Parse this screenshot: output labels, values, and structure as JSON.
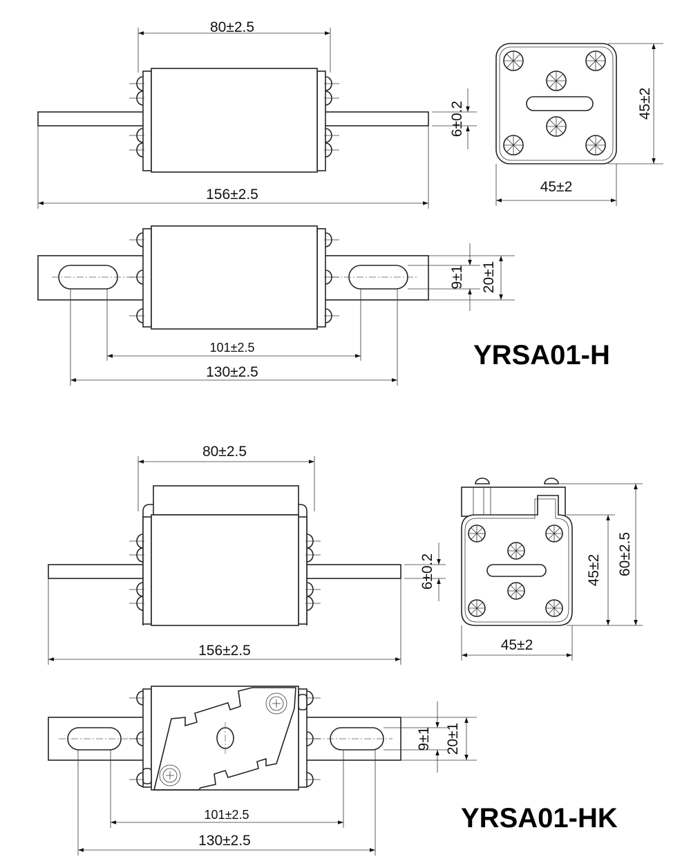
{
  "models": {
    "h": {
      "name": "YRSA01-H",
      "body_length": "80±2.5",
      "overall_length": "156±2.5",
      "blade_thickness": "6±0.2",
      "end_height": "45±2",
      "end_width": "45±2",
      "slot_width": "9±1",
      "blade_width": "20±1",
      "slot_inner": "101±2.5",
      "slot_outer": "130±2.5"
    },
    "hk": {
      "name": "YRSA01-HK",
      "body_length": "80±2.5",
      "overall_length": "156±2.5",
      "blade_thickness": "6±0.2",
      "end_height": "45±2",
      "end_total_height": "60±2.5",
      "end_width": "45±2",
      "slot_width": "9±1",
      "blade_width": "20±1",
      "slot_inner": "101±2.5",
      "slot_outer": "130±2.5"
    }
  },
  "colors": {
    "line": "#222222",
    "background": "#ffffff"
  }
}
